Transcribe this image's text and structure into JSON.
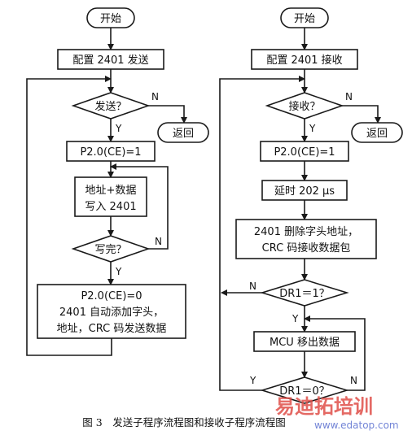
{
  "send_flow": {
    "start": "开始",
    "config": "配置 2401 发送",
    "decision": "发送？",
    "no": "N",
    "yes": "Y",
    "return": "返回",
    "set_ce": "P2.0(CE)=1",
    "write_line1": "地址+数据",
    "write_line2": "写入 2401",
    "write_done": "写完？",
    "write_no": "N",
    "write_yes": "Y",
    "final_line1": "P2.0(CE)=0",
    "final_line2": "2401 自动添加字头，",
    "final_line3": "地址，CRC 码发送数据"
  },
  "recv_flow": {
    "start": "开始",
    "config": "配置 2401 接收",
    "decision": "接收？",
    "no": "N",
    "yes": "Y",
    "return": "返回",
    "set_ce": "P2.0(CE)=1",
    "delay": "延时 202 μs",
    "strip_line1": "2401 删除字头地址，",
    "strip_line2": "CRC 码接收数据包",
    "dr1_first": "DR1＝1？",
    "dr1_first_no": "N",
    "dr1_first_yes": "Y",
    "mcu": "MCU 移出数据",
    "dr1_second": "DR1＝0？",
    "dr1_second_yes": "Y",
    "dr1_second_no": "N"
  },
  "caption": "图 3　发送子程序流程图和接收子程序流程图",
  "watermark": {
    "brand": "易迪拓培训",
    "url": "www.edatop.com"
  }
}
